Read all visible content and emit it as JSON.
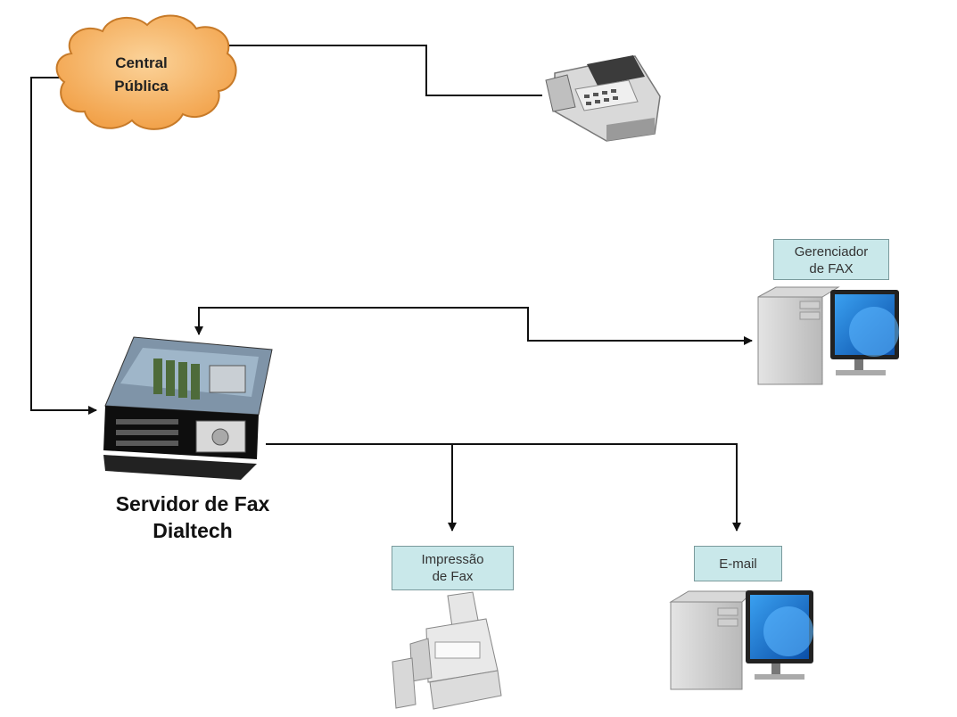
{
  "central": {
    "line1": "Central",
    "line2": "Pública"
  },
  "gerenciador": {
    "line1": "Gerenciador",
    "line2": "de FAX"
  },
  "impressao": {
    "line1": "Impressão",
    "line2": "de Fax"
  },
  "email": {
    "label": "E-mail"
  },
  "servidor": {
    "line1": "Servidor de Fax",
    "line2": "Dialtech"
  },
  "colors": {
    "cloud_fill": "#f7b96b",
    "label_fill": "#c9e8ea",
    "monitor_blue": "#1f7fd6"
  }
}
